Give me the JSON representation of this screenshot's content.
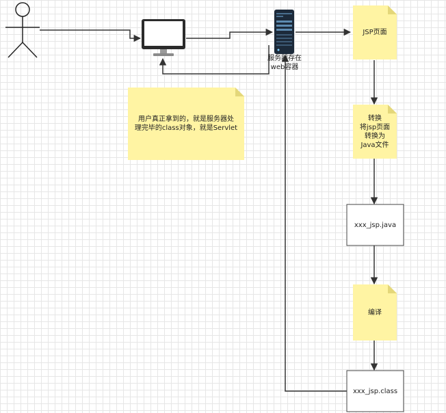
{
  "colors": {
    "note_fill": "#fff4a3",
    "note_fold": "#e4d77a",
    "line": "#333333",
    "box_border": "#444444"
  },
  "icons": [
    "stick-figure-user-icon",
    "computer-monitor-icon",
    "server-icon"
  ],
  "server": {
    "label_line1": "服务器存在",
    "label_line2": "web容器"
  },
  "notes": {
    "jsp_page": "JSP页面",
    "convert_line1": "转换",
    "convert_line2": "将jsp页面",
    "convert_line3": "转换为",
    "convert_line4": "Java文件",
    "compile": "编译",
    "servlet_line1": "用户真正拿到的，就是服务器处",
    "servlet_line2": "理完毕的class对象，就是Servlet"
  },
  "boxes": {
    "java_file": "xxx_jsp.java",
    "class_file": "xxx_jsp.class"
  }
}
